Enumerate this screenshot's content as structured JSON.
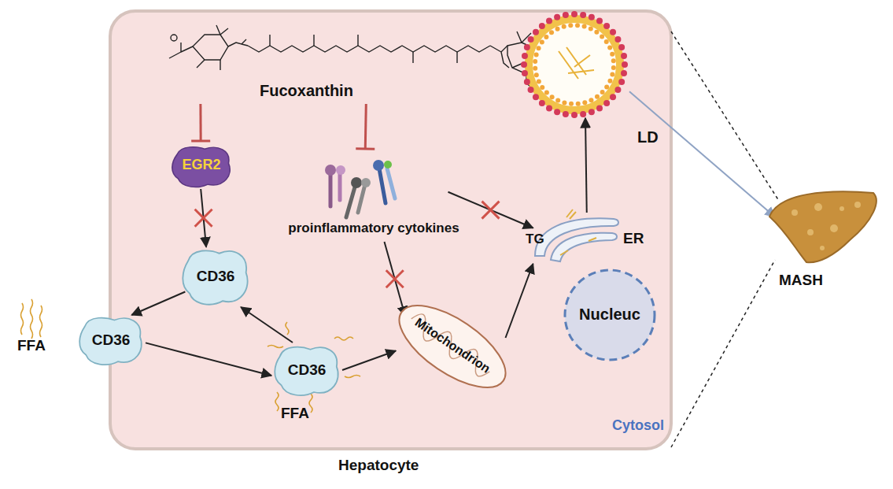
{
  "diagram": {
    "nodes": [
      {
        "text": [
          "Hepatocyte"
        ]
      },
      {
        "text": [
          "Fucoxanthin"
        ],
        "in": 0
      },
      {
        "text": [
          "EGR2"
        ],
        "in": 0
      },
      {
        "text": [
          "proinflammatory cytokines"
        ],
        "in": 0
      },
      {
        "text": [
          "CD36"
        ],
        "in": 0
      },
      {
        "text": [
          "CD36"
        ],
        "in": 0
      },
      {
        "text": [
          "CD36"
        ],
        "in": 0
      },
      {
        "text": [
          "Mitochondrion"
        ],
        "in": 0
      },
      {
        "text": [
          "TG",
          "ER"
        ],
        "in": 0
      },
      {
        "text": [
          "Nucleuc"
        ],
        "in": 0
      },
      {
        "text": [
          "LD"
        ],
        "in": 0
      },
      {
        "text": [
          "MASH"
        ]
      }
    ],
    "edges": [
      {
        "from": 1,
        "to": 2,
        "arrow": "to"
      },
      {
        "from": 1,
        "to": 3,
        "arrow": "to"
      },
      {
        "from": 2,
        "to": 4,
        "arrow": "to"
      },
      {
        "from": 4,
        "to": 5,
        "arrow": "to"
      },
      {
        "from": 5,
        "to": 6,
        "arrow": "to"
      },
      {
        "from": 6,
        "to": 4,
        "arrow": "to"
      },
      {
        "from": 6,
        "to": 7,
        "arrow": "to"
      },
      {
        "from": 3,
        "to": 8,
        "arrow": "to"
      },
      {
        "from": 3,
        "to": 7,
        "arrow": "to"
      },
      {
        "from": 7,
        "to": 8,
        "arrow": "to"
      },
      {
        "from": 8,
        "to": 10,
        "arrow": "to"
      },
      {
        "from": 10,
        "to": 11,
        "arrow": "to"
      }
    ],
    "labels": [
      "FFA",
      "FFA",
      "Cytosol"
    ]
  }
}
